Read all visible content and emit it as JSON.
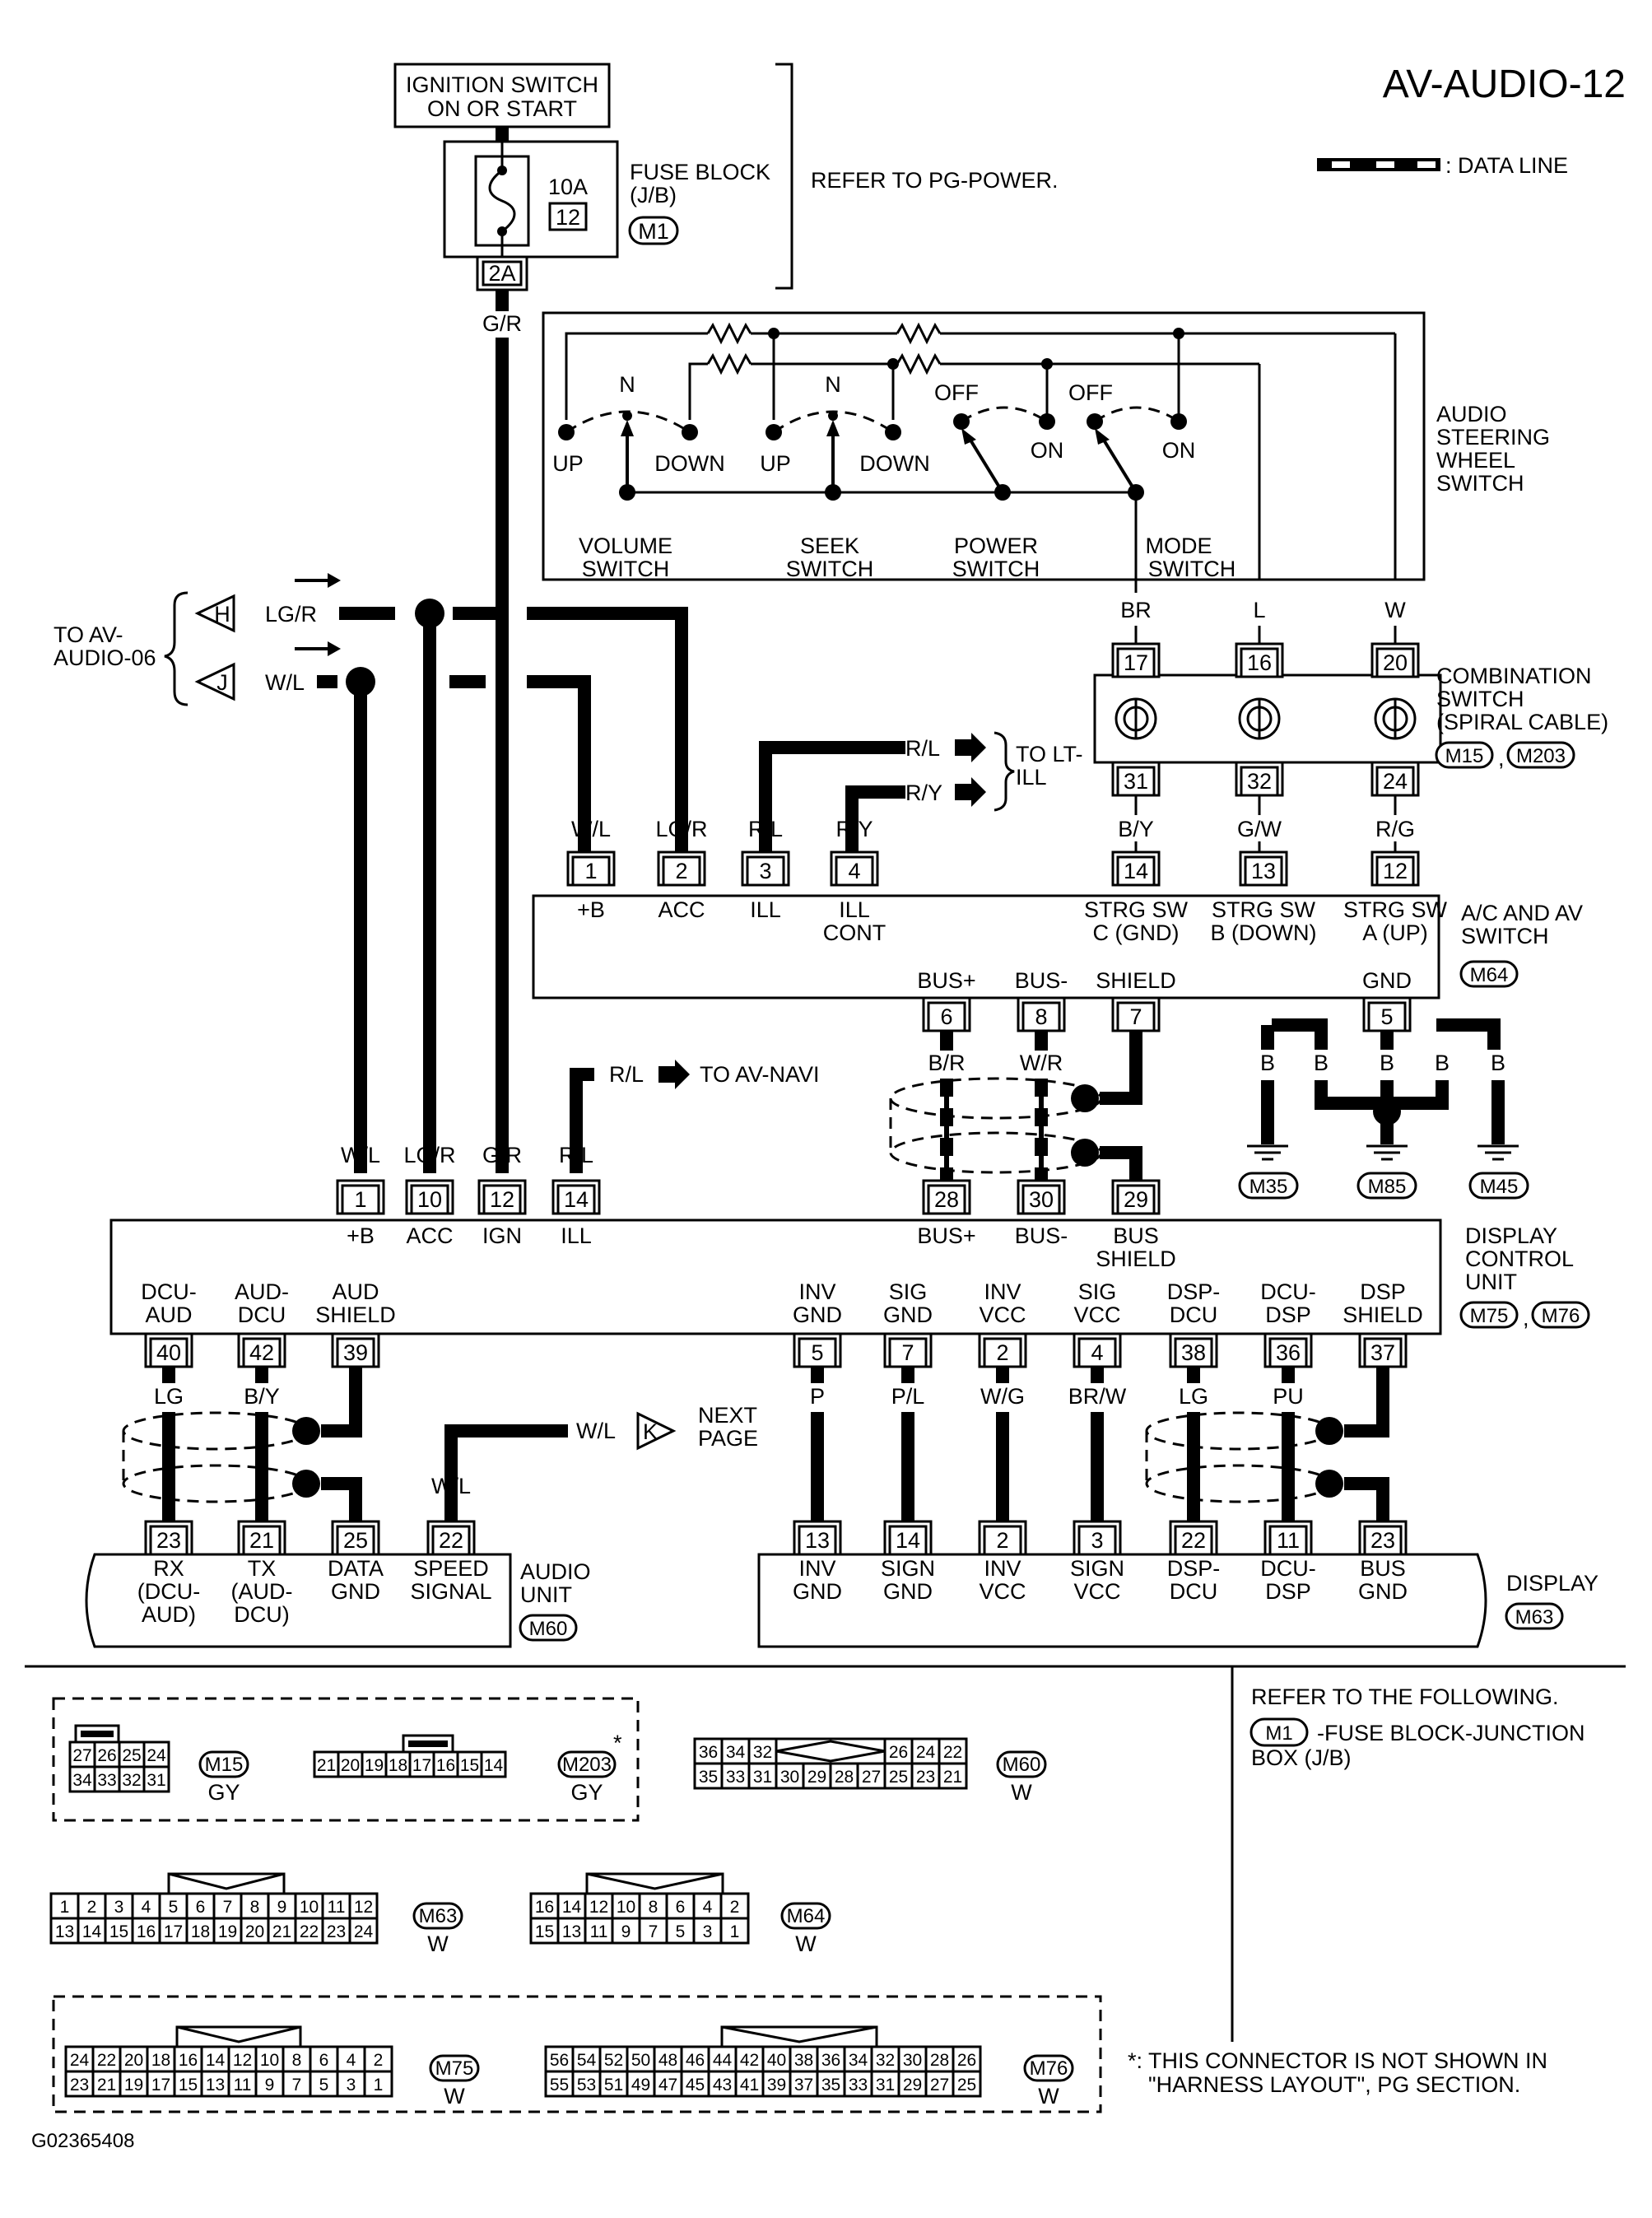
{
  "header": {
    "page_id": "AV-AUDIO-12",
    "legend_text": ": DATA LINE"
  },
  "power": {
    "ignition_line1": "IGNITION SWITCH",
    "ignition_line2": "ON OR START",
    "fuse_amps": "10A",
    "fuse_no": "12",
    "fuse_block_line1": "FUSE BLOCK",
    "fuse_block_line2": "(J/B)",
    "fuse_connector": "M1",
    "fuse_terminal": "2A",
    "wire_color": "G/R",
    "refer_text": "REFER TO PG-POWER."
  },
  "steering_switch": {
    "name_lines": [
      "AUDIO",
      "STEERING",
      "WHEEL",
      "SWITCH"
    ],
    "n_label": "N",
    "up_label": "UP",
    "down_label": "DOWN",
    "off_label": "OFF",
    "on_label": "ON",
    "volume_lines": [
      "VOLUME",
      "SWITCH"
    ],
    "seek_lines": [
      "SEEK",
      "SWITCH"
    ],
    "power_lines": [
      "POWER",
      "SWITCH"
    ],
    "mode_lines": [
      "MODE",
      "SWITCH"
    ],
    "wires": [
      "BR",
      "L",
      "W"
    ]
  },
  "combination_switch": {
    "name_lines": [
      "COMBINATION",
      "SWITCH",
      "(SPIRAL CABLE)"
    ],
    "connectors": [
      "M15",
      "M203"
    ],
    "top_pins": [
      "17",
      "16",
      "20"
    ],
    "bottom_pins": [
      "31",
      "32",
      "24"
    ],
    "bottom_wires": [
      "B/Y",
      "G/W",
      "R/G"
    ]
  },
  "to_av_audio06": {
    "label_lines": [
      "TO AV-",
      "AUDIO-06"
    ],
    "h_tag": "H",
    "h_wire": "LG/R",
    "j_tag": "J",
    "j_wire": "W/L"
  },
  "to_lt_ill": {
    "wire1": "R/L",
    "wire2": "R/Y",
    "label_lines": [
      "TO LT-",
      "ILL"
    ]
  },
  "ac_av_switch": {
    "name_lines": [
      "A/C AND AV",
      "SWITCH"
    ],
    "connector": "M64",
    "top_pins": [
      {
        "pin": "1",
        "wire": "W/L",
        "lines": [
          "+B"
        ]
      },
      {
        "pin": "2",
        "wire": "LG/R",
        "lines": [
          "ACC"
        ]
      },
      {
        "pin": "3",
        "wire": "R/L",
        "lines": [
          "ILL"
        ]
      },
      {
        "pin": "4",
        "wire": "R/Y",
        "lines": [
          "ILL",
          "CONT"
        ]
      },
      {
        "pin": "14",
        "wire": "",
        "lines": [
          "STRG SW",
          "C (GND)"
        ]
      },
      {
        "pin": "13",
        "wire": "",
        "lines": [
          "STRG SW",
          "B (DOWN)"
        ]
      },
      {
        "pin": "12",
        "wire": "",
        "lines": [
          "STRG SW",
          "A (UP)"
        ]
      }
    ],
    "bottom_pins": [
      {
        "pin": "6",
        "label": "BUS+",
        "wire": "B/R"
      },
      {
        "pin": "8",
        "label": "BUS-",
        "wire": "W/R"
      },
      {
        "pin": "7",
        "label": "SHIELD",
        "wire": ""
      },
      {
        "pin": "5",
        "label": "GND",
        "wire": "B"
      }
    ]
  },
  "grounds": {
    "wire": "B",
    "labels": [
      "M35",
      "M85",
      "M45"
    ]
  },
  "to_av_navi": {
    "wire": "R/L",
    "label": "TO AV-NAVI"
  },
  "display_control_unit": {
    "name_lines": [
      "DISPLAY",
      "CONTROL",
      "UNIT"
    ],
    "connectors": [
      "M75",
      "M76"
    ],
    "top_pins": [
      {
        "pin": "1",
        "wire": "W/L",
        "label": "+B"
      },
      {
        "pin": "10",
        "wire": "LG/R",
        "label": "ACC"
      },
      {
        "pin": "12",
        "wire": "G/R",
        "label": "IGN"
      },
      {
        "pin": "14",
        "wire": "R/L",
        "label": "ILL"
      },
      {
        "pin": "28",
        "wire": "",
        "label": "BUS+"
      },
      {
        "pin": "30",
        "wire": "",
        "label": "BUS-"
      },
      {
        "pin": "29",
        "wire": "",
        "label": "BUS SHIELD"
      }
    ],
    "bottom_pins": [
      {
        "pin": "40",
        "lines": [
          "DCU-",
          "AUD"
        ],
        "wire": "LG"
      },
      {
        "pin": "42",
        "lines": [
          "AUD-",
          "DCU"
        ],
        "wire": "B/Y"
      },
      {
        "pin": "39",
        "lines": [
          "AUD",
          "SHIELD"
        ],
        "wire": ""
      },
      {
        "pin": "5",
        "lines": [
          "INV",
          "GND"
        ],
        "wire": "P"
      },
      {
        "pin": "7",
        "lines": [
          "SIG",
          "GND"
        ],
        "wire": "P/L"
      },
      {
        "pin": "2",
        "lines": [
          "INV",
          "VCC"
        ],
        "wire": "W/G"
      },
      {
        "pin": "4",
        "lines": [
          "SIG",
          "VCC"
        ],
        "wire": "BR/W"
      },
      {
        "pin": "38",
        "lines": [
          "DSP-",
          "DCU"
        ],
        "wire": "LG"
      },
      {
        "pin": "36",
        "lines": [
          "DCU-",
          "DSP"
        ],
        "wire": "PU"
      },
      {
        "pin": "37",
        "lines": [
          "DSP",
          "SHIELD"
        ],
        "wire": ""
      }
    ]
  },
  "next_page": {
    "wire": "W/L",
    "tag": "K",
    "label_lines": [
      "NEXT",
      "PAGE"
    ]
  },
  "audio_unit": {
    "name_lines": [
      "AUDIO",
      "UNIT"
    ],
    "connector": "M60",
    "pins": [
      {
        "pin": "23",
        "lines": [
          "RX",
          "(DCU-",
          "AUD)"
        ]
      },
      {
        "pin": "21",
        "lines": [
          "TX",
          "(AUD-",
          "DCU)"
        ]
      },
      {
        "pin": "25",
        "lines": [
          "DATA",
          "GND"
        ]
      },
      {
        "pin": "22",
        "wire": "W/L",
        "lines": [
          "SPEED",
          "SIGNAL"
        ]
      }
    ]
  },
  "display": {
    "name": "DISPLAY",
    "connector": "M63",
    "pins": [
      {
        "pin": "13",
        "lines": [
          "INV",
          "GND"
        ]
      },
      {
        "pin": "14",
        "lines": [
          "SIGN",
          "GND"
        ]
      },
      {
        "pin": "2",
        "lines": [
          "INV",
          "VCC"
        ]
      },
      {
        "pin": "3",
        "lines": [
          "SIGN",
          "VCC"
        ]
      },
      {
        "pin": "22",
        "lines": [
          "DSP-",
          "DCU"
        ]
      },
      {
        "pin": "11",
        "lines": [
          "DCU-",
          "DSP"
        ]
      },
      {
        "pin": "23",
        "lines": [
          "BUS",
          "GND"
        ]
      }
    ]
  },
  "connector_views": {
    "m15": {
      "label": "M15",
      "color": "GY",
      "rows": [
        [
          "27",
          "26",
          "25",
          "24"
        ],
        [
          "34",
          "33",
          "32",
          "31"
        ]
      ]
    },
    "m203": {
      "label": "M203",
      "color": "GY",
      "rows": [
        [
          "21",
          "20",
          "19",
          "18",
          "17",
          "16",
          "15",
          "14"
        ]
      ],
      "asterisk": "*"
    },
    "m60": {
      "label": "M60",
      "color": "W",
      "rows": [
        [
          "36",
          "34",
          "32",
          "",
          "",
          "",
          "",
          "26",
          "24",
          "22"
        ],
        [
          "35",
          "33",
          "31",
          "30",
          "29",
          "28",
          "27",
          "25",
          "23",
          "21"
        ]
      ]
    },
    "m63": {
      "label": "M63",
      "color": "W",
      "rows": [
        [
          "1",
          "2",
          "3",
          "4",
          "5",
          "6",
          "7",
          "8",
          "9",
          "10",
          "11",
          "12"
        ],
        [
          "13",
          "14",
          "15",
          "16",
          "17",
          "18",
          "19",
          "20",
          "21",
          "22",
          "23",
          "24"
        ]
      ]
    },
    "m64": {
      "label": "M64",
      "color": "W",
      "rows": [
        [
          "16",
          "14",
          "12",
          "10",
          "8",
          "6",
          "4",
          "2"
        ],
        [
          "15",
          "13",
          "11",
          "9",
          "7",
          "5",
          "3",
          "1"
        ]
      ]
    },
    "m75": {
      "label": "M75",
      "color": "W",
      "rows": [
        [
          "24",
          "22",
          "20",
          "18",
          "16",
          "14",
          "12",
          "10",
          "8",
          "6",
          "4",
          "2"
        ],
        [
          "23",
          "21",
          "19",
          "17",
          "15",
          "13",
          "11",
          "9",
          "7",
          "5",
          "3",
          "1"
        ]
      ]
    },
    "m76": {
      "label": "M76",
      "color": "W",
      "rows": [
        [
          "56",
          "54",
          "52",
          "50",
          "48",
          "46",
          "44",
          "42",
          "40",
          "38",
          "36",
          "34",
          "32",
          "30",
          "28",
          "26"
        ],
        [
          "55",
          "53",
          "51",
          "49",
          "47",
          "45",
          "43",
          "41",
          "39",
          "37",
          "35",
          "33",
          "31",
          "29",
          "27",
          "25"
        ]
      ]
    }
  },
  "refer": {
    "title": "REFER TO THE FOLLOWING.",
    "connector": "M1",
    "line1": "-FUSE BLOCK-JUNCTION",
    "line2": "BOX (J/B)"
  },
  "footnote": {
    "line1": "*: THIS CONNECTOR IS NOT SHOWN IN",
    "line2": "\"HARNESS LAYOUT\", PG SECTION."
  },
  "figure_id": "G02365408"
}
